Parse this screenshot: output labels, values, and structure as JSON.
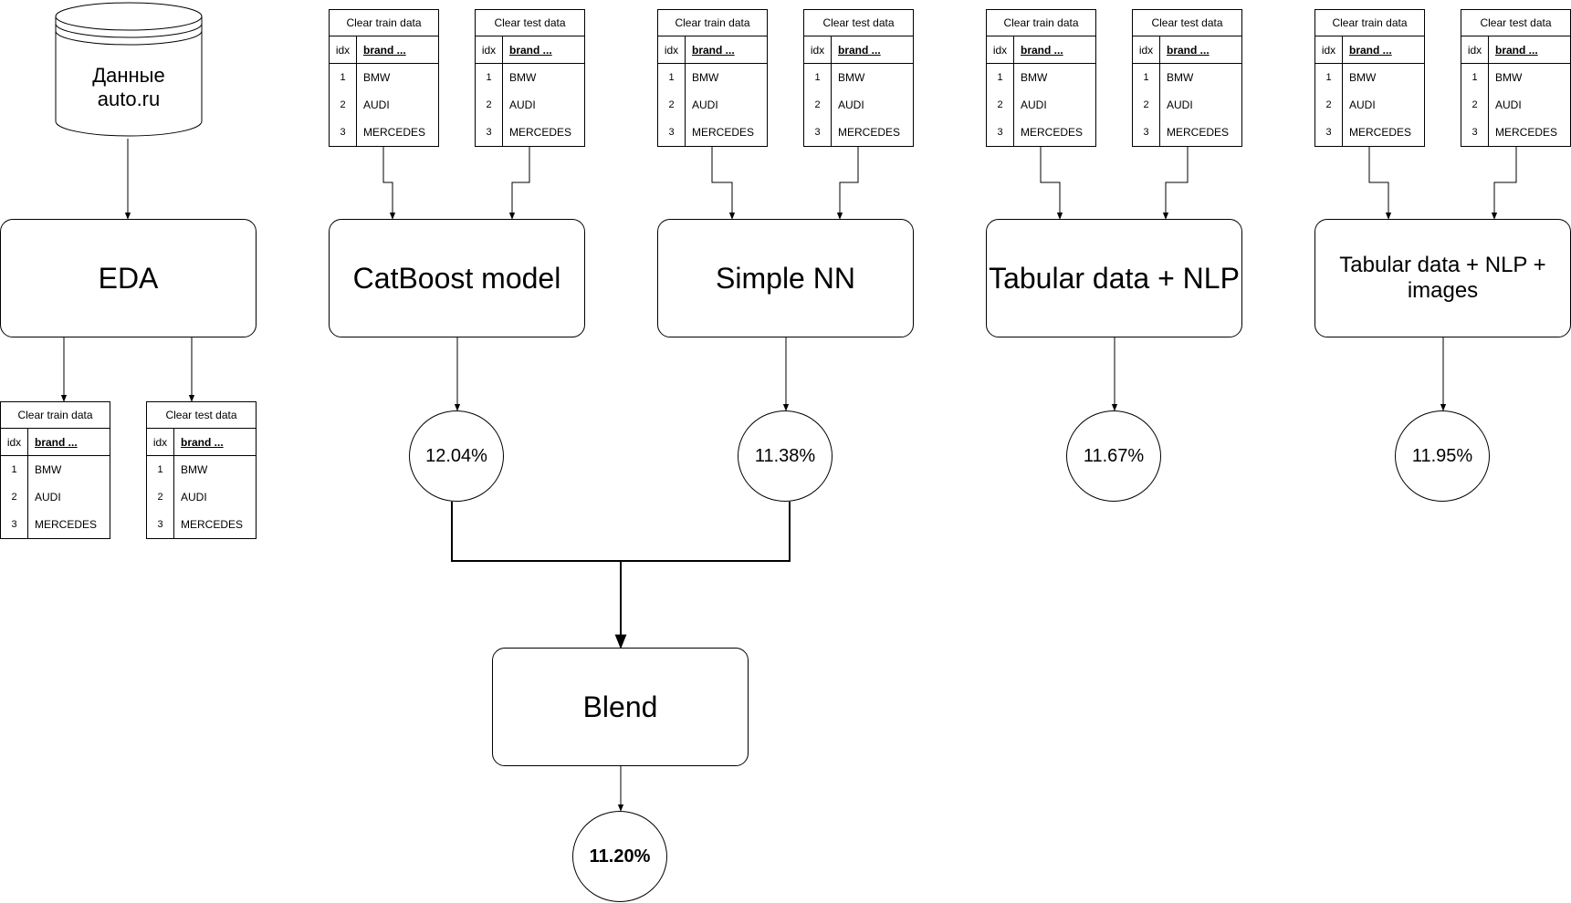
{
  "datasource": {
    "label_line1": "Данные",
    "label_line2": "auto.ru"
  },
  "table": {
    "train_title": "Clear train data",
    "test_title": "Clear test data",
    "col_idx": "idx",
    "col_brand": "brand ...",
    "rows": [
      {
        "idx": "1",
        "brand": "BMW"
      },
      {
        "idx": "2",
        "brand": "AUDI"
      },
      {
        "idx": "3",
        "brand": "MERCEDES"
      }
    ]
  },
  "process": {
    "eda": "EDA",
    "catboost": "CatBoost model",
    "simple_nn": "Simple NN",
    "tab_nlp": "Tabular data + NLP",
    "tab_nlp_images": "Tabular data + NLP + images",
    "blend": "Blend"
  },
  "scores": {
    "catboost": "12.04%",
    "simple_nn": "11.38%",
    "tab_nlp": "11.67%",
    "tab_nlp_images": "11.95%",
    "blend": "11.20%"
  }
}
